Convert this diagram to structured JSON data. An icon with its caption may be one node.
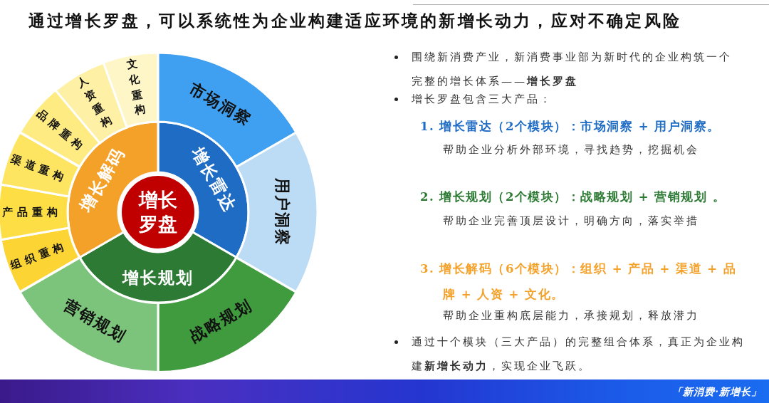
{
  "diagram": {
    "title": "通过增长罗盘，可以系统性为企业构建适应环境的新增长动力，应对不确定风险",
    "nodes": [
      {
        "text": [
          "增长罗盘"
        ]
      },
      {
        "text": [
          "增长雷达"
        ]
      },
      {
        "text": [
          "增长规划"
        ]
      },
      {
        "text": [
          "增长解码"
        ]
      },
      {
        "text": [
          "市场洞察"
        ]
      },
      {
        "text": [
          "用户洞察"
        ]
      },
      {
        "text": [
          "战略规划"
        ]
      },
      {
        "text": [
          "营销规划"
        ]
      },
      {
        "text": [
          "组织重构"
        ]
      },
      {
        "text": [
          "产品重构"
        ]
      },
      {
        "text": [
          "渠道重构"
        ]
      },
      {
        "text": [
          "品牌重构"
        ]
      },
      {
        "text": [
          "人资重构"
        ]
      },
      {
        "text": [
          "文化重构"
        ]
      }
    ],
    "labels": [
      "围绕新消费产业，新消费事业部为新时代的企业构筑一个完整的增长体系——**增长罗盘**",
      "增长罗盘包含三大产品：",
      "1. 增长雷达（2个模块）：市场洞察 + 用户洞察。",
      "帮助企业分析外部环境，寻找趋势，挖掘机会",
      "2. 增长规划（2个模块）：战略规划 + 营销规划 。",
      "帮助企业完善顶层设计，明确方向，落实举措",
      "3. 增长解码（6个模块）：组织 + 产品 + 渠道 + 品牌 + 人资 + 文化。",
      "帮助企业重构底层能力，承接规划，释放潜力",
      "通过十个模块（三大产品）的完整组合体系，真正为企业构建**新增长动力**，实现企业飞跃。",
      "「新消费·新增长」"
    ]
  }
}
